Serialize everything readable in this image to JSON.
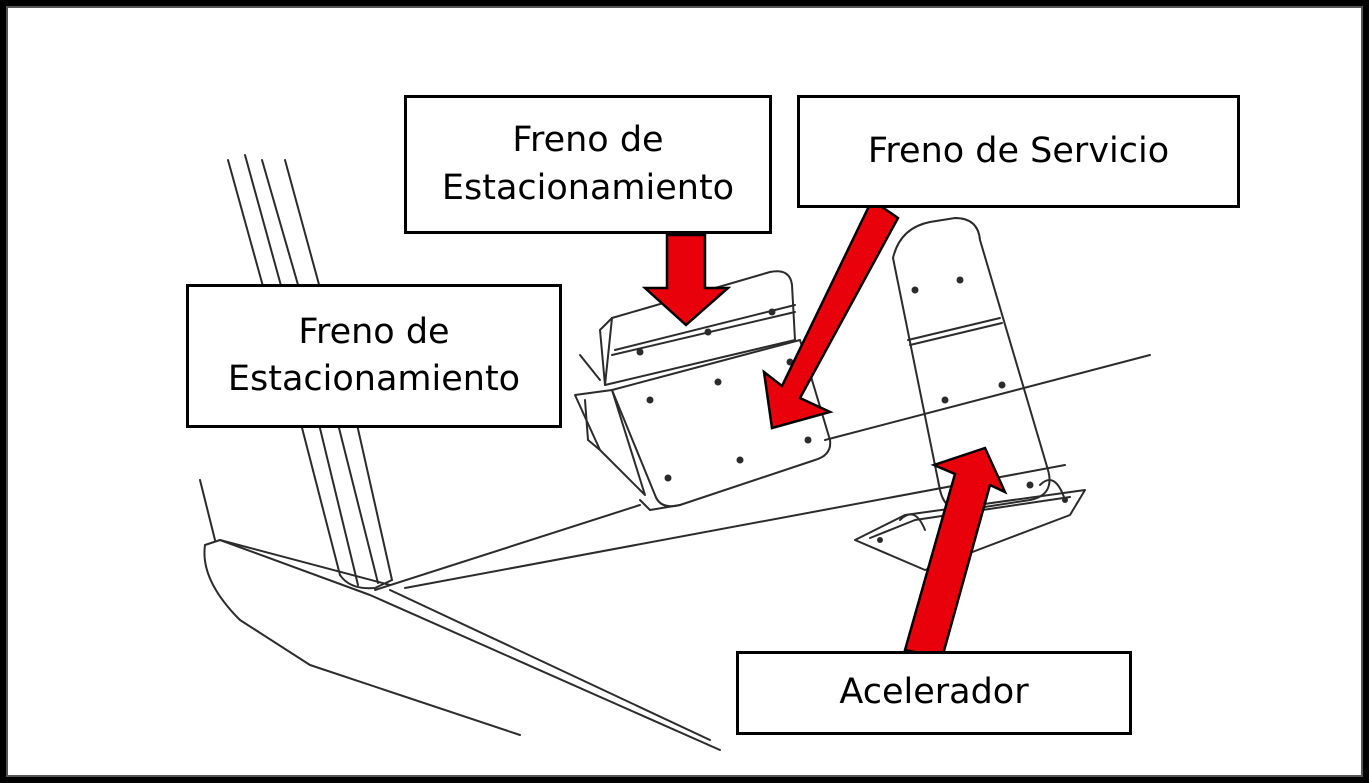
{
  "labels": {
    "park_brake_top": {
      "line1": "Freno de",
      "line2": "Estacionamiento"
    },
    "park_brake_left": {
      "line1": "Freno de",
      "line2": "Estacionamiento"
    },
    "service_brake": {
      "text": "Freno de Servicio"
    },
    "accelerator": {
      "text": "Acelerador"
    }
  },
  "colors": {
    "arrow_fill": "#e8000b",
    "arrow_stroke": "#000000",
    "line_art": "#2b2b2b"
  }
}
